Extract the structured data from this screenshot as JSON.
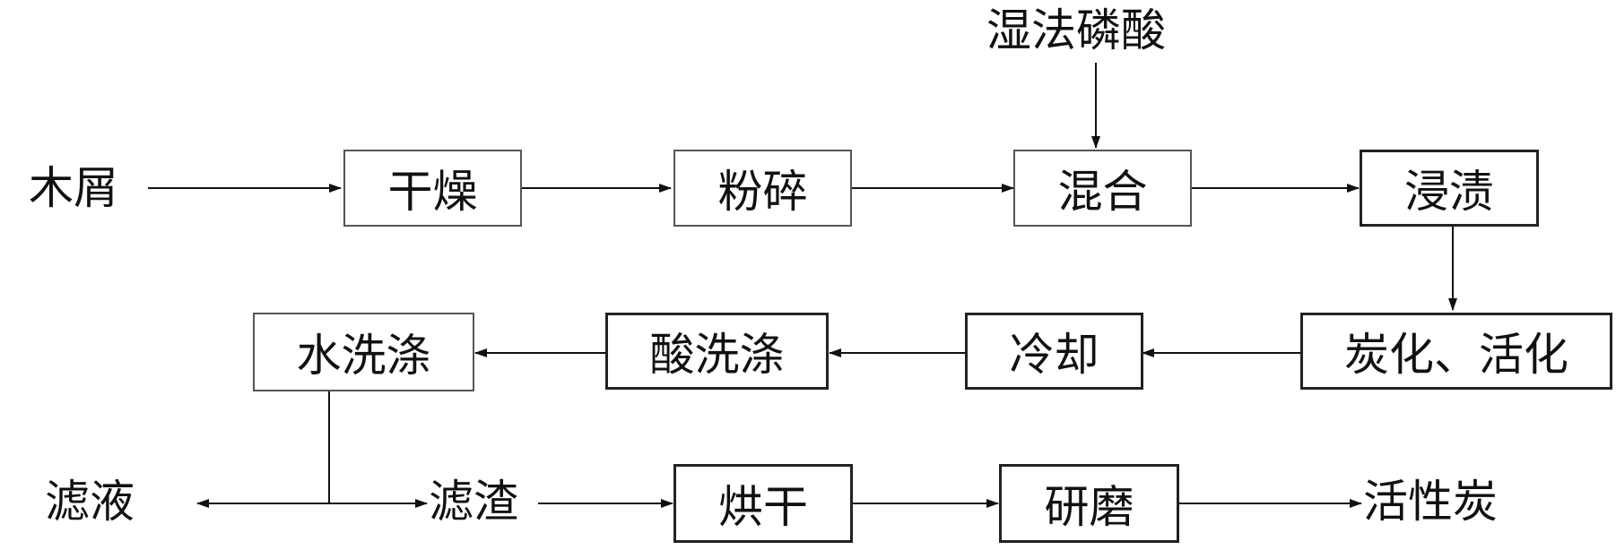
{
  "title": "",
  "inputs": {
    "sawdust": "木屑",
    "wet_phosphoric_acid": "湿法磷酸"
  },
  "steps": {
    "drying": "干燥",
    "crushing": "粉碎",
    "mixing": "混合",
    "impregnation": "浸渍",
    "carbonization_activation": "炭化、活化",
    "cooling": "冷却",
    "acid_washing": "酸洗涤",
    "water_washing": "水洗涤",
    "baking": "烘干",
    "grinding": "研磨"
  },
  "outputs": {
    "filtrate": "滤液",
    "filter_residue": "滤渣",
    "activated_carbon": "活性炭"
  }
}
